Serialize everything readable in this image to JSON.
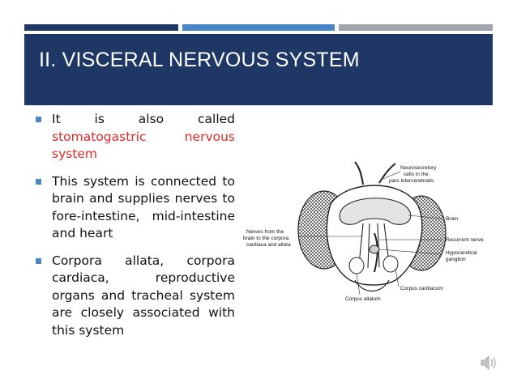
{
  "slide": {
    "title": "II. VISCERAL NERVOUS SYSTEM",
    "colors": {
      "title_band": "#1e3765",
      "bar_dark": "#1f3864",
      "bar_blue": "#4a86c5",
      "bar_gray": "#a0a4ab",
      "bullet_marker": "#4a86c5",
      "highlight": "#e0282a"
    }
  },
  "bullets": [
    {
      "text_lead": "It is also called ",
      "text_highlight": "stomatogastric nervous system"
    },
    {
      "text": "This system is connected to brain and supplies nerves to fore-intestine, mid-intestine and heart"
    },
    {
      "text": "Corpora allata, corpora cardiaca, reproductive organs and tracheal system are closely associated with this system"
    }
  ],
  "figure": {
    "labels": {
      "neurosecretory_1": "Neurosecretory",
      "neurosecretory_2": "cells in the",
      "neurosecretory_3": "pars intercerebralis",
      "brain": "Brain",
      "nerves_1": "Nerves from the",
      "nerves_2": "brain to the corpora",
      "nerves_3": "cardiaca and allata",
      "recurrent": "Recurrent nerve",
      "hypocerebral_1": "Hypocerebral",
      "hypocerebral_2": "ganglion",
      "corpus_cardiacum": "Corpus cardiacum",
      "corpus_allatum": "Corpus allatum"
    }
  },
  "audio": {
    "icon": "speaker-icon"
  }
}
